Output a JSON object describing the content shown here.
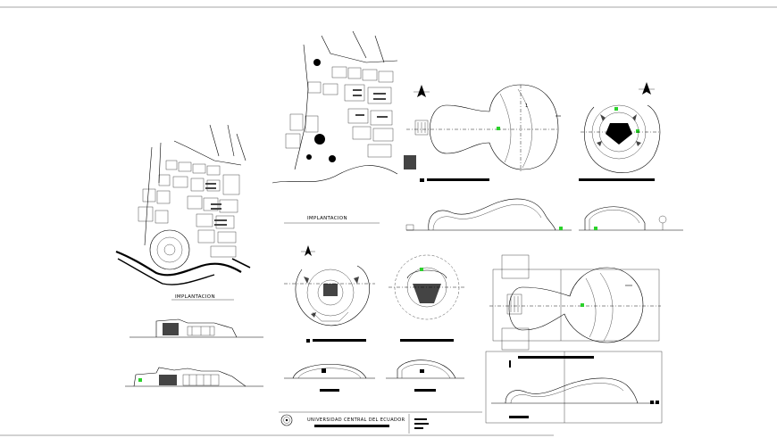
{
  "labels": {
    "implantacion_left": "IMPLANTACION",
    "implantacion_center": "IMPLANTACION",
    "university": "UNIVERSIDAD CENTRAL DEL ECUADOR"
  },
  "colors": {
    "ink": "#000000",
    "accent_green": "#2bd12b",
    "background": "#ffffff"
  },
  "icons": [
    "north-arrow-icon",
    "university-seal-icon"
  ]
}
